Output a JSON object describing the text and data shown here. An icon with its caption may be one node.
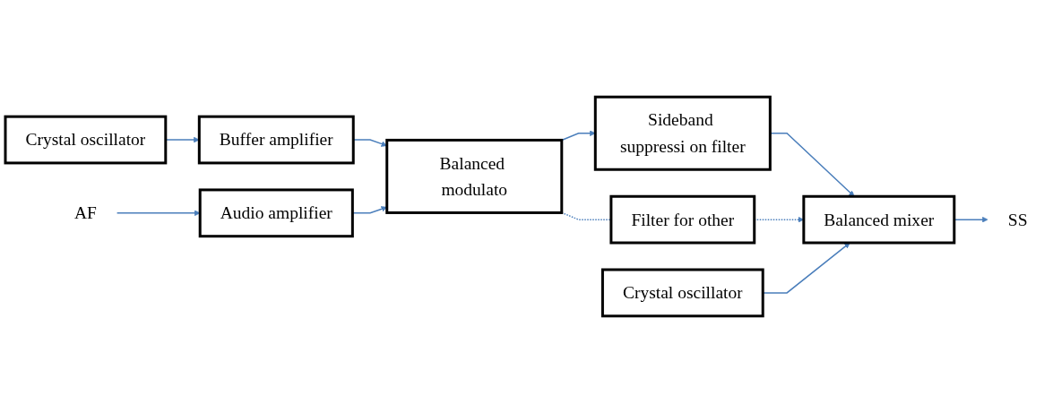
{
  "diagram": {
    "nodes": [
      {
        "text": [
          "Crystal oscillator"
        ]
      },
      {
        "text": [
          "Buffer amplifier"
        ]
      },
      {
        "text": [
          "Balanced modulato"
        ]
      },
      {
        "text": [
          "Sideband suppressi on filter"
        ]
      },
      {
        "text": [
          "Balanced mixer"
        ]
      },
      {
        "text": [
          "SS"
        ]
      },
      {
        "text": [
          "AF"
        ]
      },
      {
        "text": [
          "Audio amplifier"
        ]
      },
      {
        "text": [
          "Filter for other"
        ]
      },
      {
        "text": [
          "Crystal oscillator"
        ]
      }
    ],
    "edges": [
      {
        "from": 0,
        "to": 1,
        "arrow": "to"
      },
      {
        "from": 1,
        "to": 2,
        "arrow": "to"
      },
      {
        "from": 2,
        "to": 3,
        "arrow": "to"
      },
      {
        "from": 3,
        "to": 4,
        "arrow": "to"
      },
      {
        "from": 4,
        "to": 5,
        "arrow": "to"
      },
      {
        "from": 6,
        "to": 7,
        "arrow": "to"
      },
      {
        "from": 7,
        "to": 2,
        "arrow": "to"
      },
      {
        "from": 2,
        "to": 8,
        "arrow": "none",
        "style": "dashed"
      },
      {
        "from": 8,
        "to": 4,
        "arrow": "to",
        "style": "dashed"
      },
      {
        "from": 9,
        "to": 4,
        "arrow": "to"
      }
    ]
  }
}
